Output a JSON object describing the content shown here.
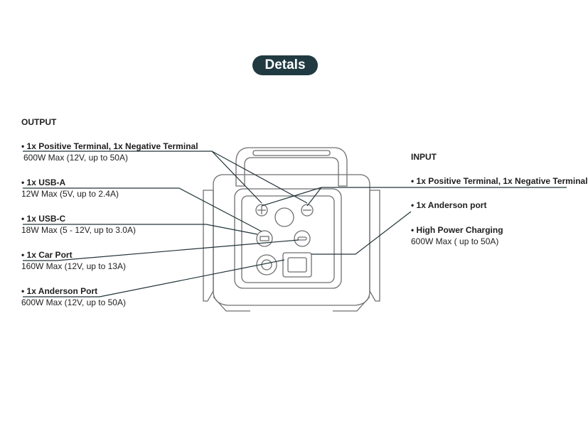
{
  "header": {
    "title": "Detals"
  },
  "output": {
    "heading": "OUTPUT",
    "items": [
      {
        "title": "• 1x Positive Terminal, 1x Negative Terminal",
        "desc": "600W Max (12V, up to 50A)"
      },
      {
        "title": "• 1x USB-A",
        "desc": "12W Max (5V, up to 2.4A)"
      },
      {
        "title": "• 1x USB-C",
        "desc": "18W Max (5 - 12V, up to 3.0A)"
      },
      {
        "title": "• 1x Car Port",
        "desc": "160W Max (12V, up to 13A)"
      },
      {
        "title": "• 1x Anderson Port",
        "desc": "600W Max (12V, up to 50A)"
      }
    ]
  },
  "input": {
    "heading": "INPUT",
    "items": [
      {
        "title": "• 1x  Positive Terminal, 1x Negative Terminal"
      },
      {
        "title": "• 1x  Anderson port"
      },
      {
        "title": "• High Power Charging",
        "desc": "600W Max ( up to 50A)"
      }
    ]
  },
  "colors": {
    "pill": "#213a42",
    "lines": "#23343a",
    "device": "#6f6f6f"
  }
}
